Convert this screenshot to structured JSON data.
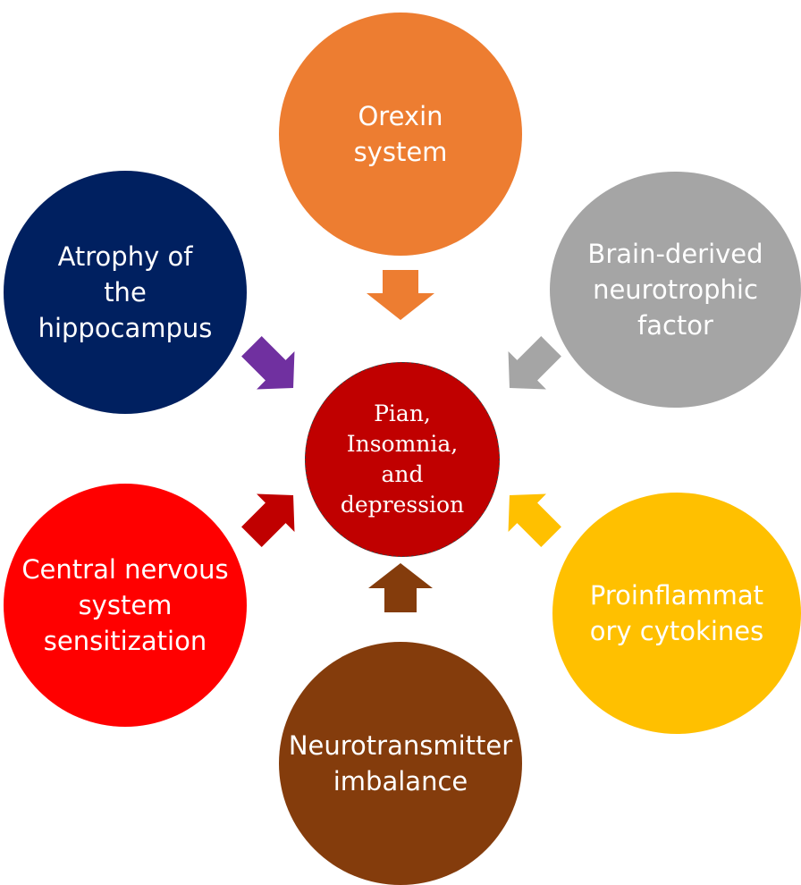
{
  "diagram": {
    "center": {
      "label": "Pian,\nInsomnia,\nand\ndepression",
      "color": "#c00000"
    },
    "factors": [
      {
        "id": "orexin",
        "label": "Orexin\nsystem",
        "color": "#ed7d31",
        "arrow_color": "#ed7d31"
      },
      {
        "id": "bdnf",
        "label": "Brain-derived\nneurotrophic\nfactor",
        "color": "#a5a5a5",
        "arrow_color": "#a5a5a5"
      },
      {
        "id": "cytokines",
        "label": "Proinflammat\nory cytokines",
        "color": "#ffc000",
        "arrow_color": "#ffc000"
      },
      {
        "id": "neuro",
        "label": "Neurotransmitter\nimbalance",
        "color": "#843c0c",
        "arrow_color": "#843c0c"
      },
      {
        "id": "cns",
        "label": "Central nervous\nsystem\nsensitization",
        "color": "#ff0000",
        "arrow_color": "#c00000"
      },
      {
        "id": "atrophy",
        "label": "Atrophy of\nthe\nhippocampus",
        "color": "#002060",
        "arrow_color": "#7030a0"
      }
    ]
  }
}
